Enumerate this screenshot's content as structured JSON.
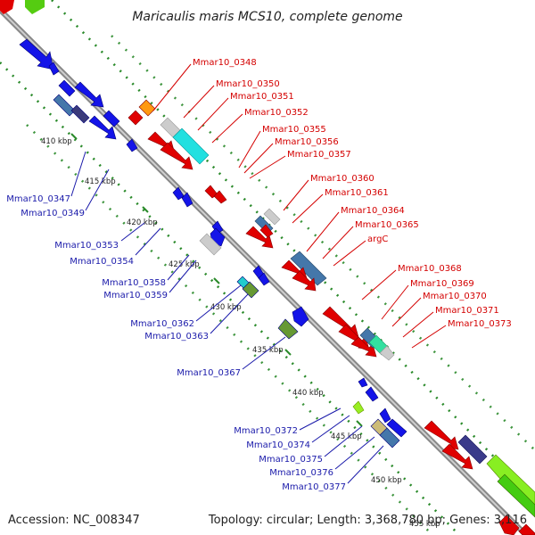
{
  "title": "Maricaulis maris MCS10, complete genome",
  "accession": "Accession: NC_008347",
  "topology": "Topology: circular; Length: 3,368,780 bp; Genes: 3,116",
  "colors": {
    "forward_label": "#d40000",
    "reverse_label": "#1a1aaa",
    "backbone": "#8a8a8a",
    "dotted_guide": "#2a8a2a"
  },
  "kbp_markers": [
    "410 kbp",
    "415 kbp",
    "420 kbp",
    "425 kbp",
    "430 kbp",
    "435 kbp",
    "440 kbp",
    "445 kbp",
    "450 kbp",
    "455 kbp"
  ],
  "forward_genes": [
    "Mmar10_0348",
    "Mmar10_0350",
    "Mmar10_0351",
    "Mmar10_0352",
    "Mmar10_0355",
    "Mmar10_0356",
    "Mmar10_0357",
    "Mmar10_0360",
    "Mmar10_0361",
    "Mmar10_0364",
    "Mmar10_0365",
    "argC",
    "Mmar10_0368",
    "Mmar10_0369",
    "Mmar10_0370",
    "Mmar10_0371",
    "Mmar10_0373"
  ],
  "reverse_genes": [
    "Mmar10_0347",
    "Mmar10_0349",
    "Mmar10_0353",
    "Mmar10_0354",
    "Mmar10_0358",
    "Mmar10_0359",
    "Mmar10_0362",
    "Mmar10_0363",
    "Mmar10_0367",
    "Mmar10_0372",
    "Mmar10_0374",
    "Mmar10_0375",
    "Mmar10_0376",
    "Mmar10_0377"
  ]
}
